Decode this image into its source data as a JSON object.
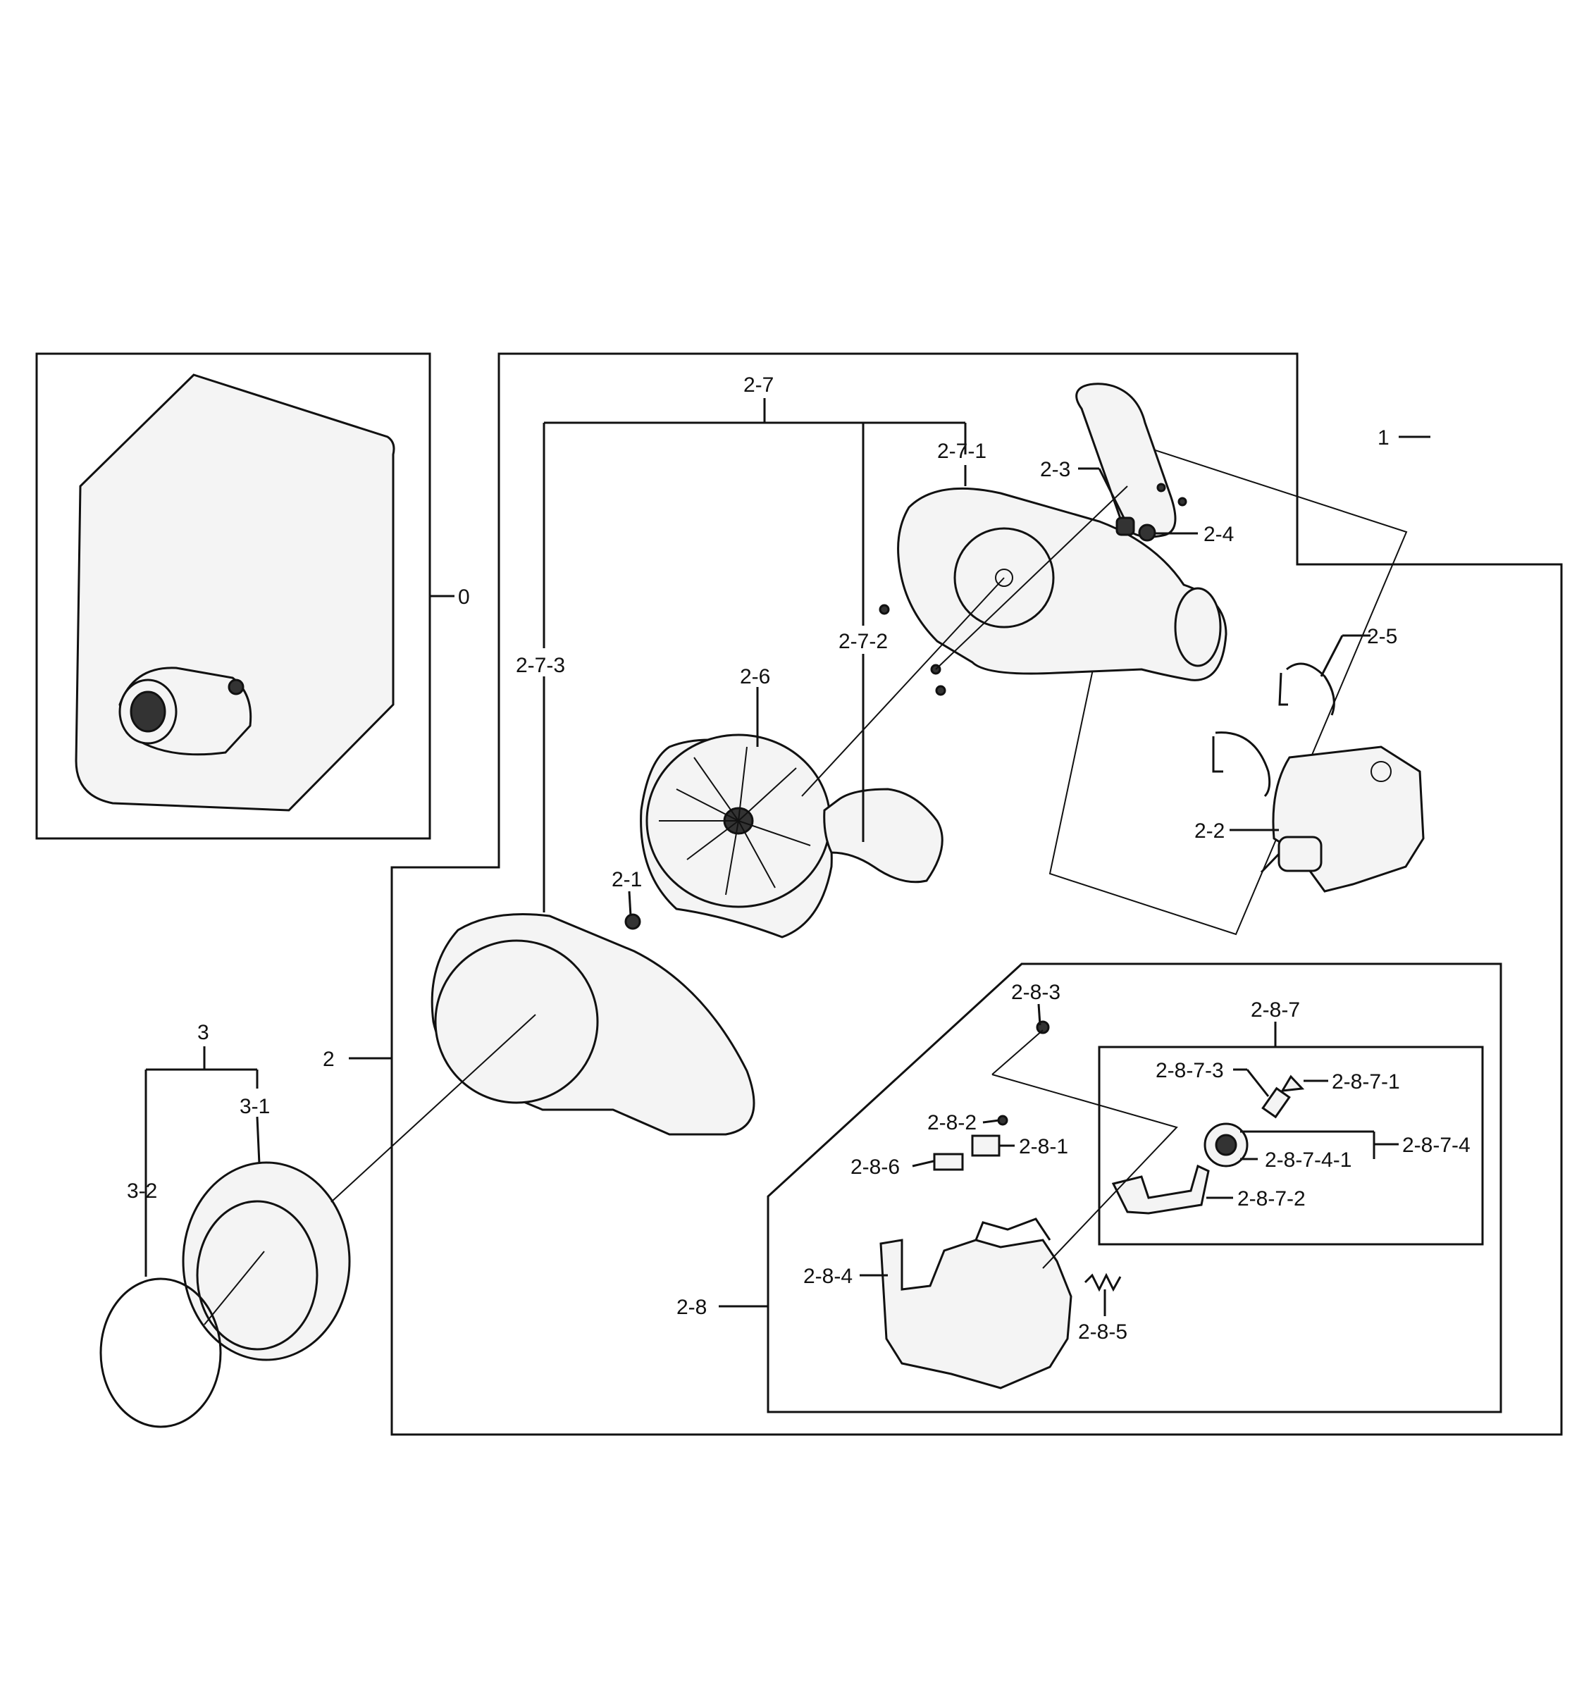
{
  "diagram": {
    "labels": {
      "l0": "0",
      "l1": "1",
      "l2": "2",
      "l3": "3",
      "l3_1": "3-1",
      "l3_2": "3-2",
      "l2_1": "2-1",
      "l2_2": "2-2",
      "l2_3": "2-3",
      "l2_4": "2-4",
      "l2_5": "2-5",
      "l2_6": "2-6",
      "l2_7": "2-7",
      "l2_7_1": "2-7-1",
      "l2_7_2": "2-7-2",
      "l2_7_3": "2-7-3",
      "l2_8": "2-8",
      "l2_8_1": "2-8-1",
      "l2_8_2": "2-8-2",
      "l2_8_3": "2-8-3",
      "l2_8_4": "2-8-4",
      "l2_8_5": "2-8-5",
      "l2_8_6": "2-8-6",
      "l2_8_7": "2-8-7",
      "l2_8_7_1": "2-8-7-1",
      "l2_8_7_2": "2-8-7-2",
      "l2_8_7_3": "2-8-7-3",
      "l2_8_7_4": "2-8-7-4",
      "l2_8_7_4_1": "2-8-7-4-1"
    },
    "icons": {
      "drum-belt": "belt-loop-icon",
      "motor": "motor-icon",
      "blower-wheel": "fan-wheel-icon",
      "idler": "pulley-icon"
    }
  }
}
